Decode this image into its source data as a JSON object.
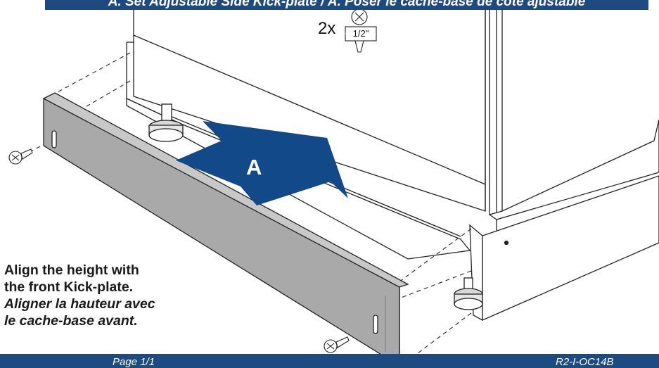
{
  "header": {
    "title": "A. Set Adjustable Side Kick-plate / A. Poser le cache-base de côté ajustable"
  },
  "hardware": {
    "quantity": "2x",
    "screw_size": "1/2\""
  },
  "diagram": {
    "arrow_label": "A"
  },
  "instructions": {
    "line1_en": "Align the height with",
    "line2_en": "the front Kick-plate.",
    "line1_fr": "Aligner la hauteur avec",
    "line2_fr": "le cache-base avant."
  },
  "footer": {
    "page": "Page 1/1",
    "doc_code": "R2-I-OC14B"
  },
  "colors": {
    "brand_blue": "#1d4a80",
    "arrow_blue": "#124a89",
    "kickplate_gray": "#a9a9a9"
  }
}
